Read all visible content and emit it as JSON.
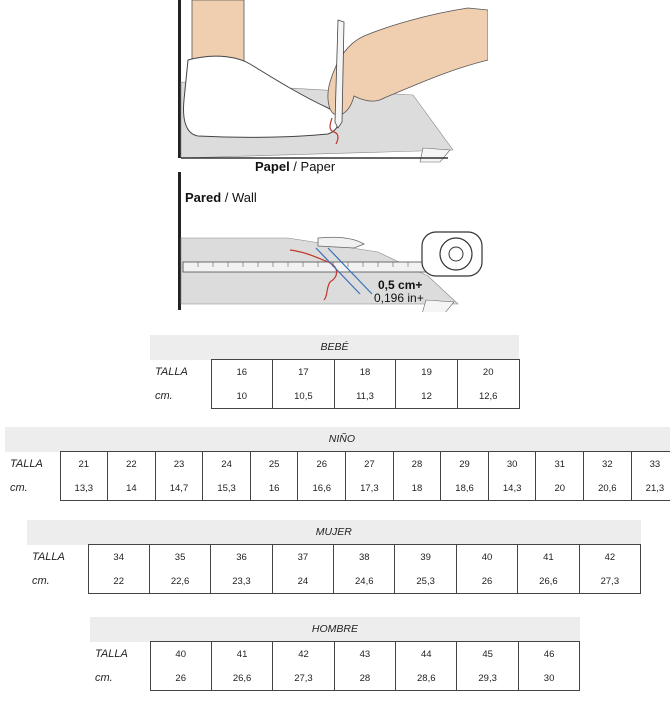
{
  "illustration": {
    "paper_caption_bold": "Papel",
    "paper_caption_rest": " / Paper",
    "wall_caption_bold": "Pared",
    "wall_caption_rest": " / Wall",
    "margin_cm": "0,5 cm+",
    "margin_in": "0,196 in+"
  },
  "tables": [
    {
      "title": "BEBÉ",
      "row_labels": [
        "TALLA",
        "cm."
      ],
      "sizes": [
        "16",
        "17",
        "18",
        "19",
        "20"
      ],
      "cm": [
        "10",
        "10,5",
        "11,3",
        "12",
        "12,6"
      ]
    },
    {
      "title": "NIÑO",
      "row_labels": [
        "TALLA",
        "cm."
      ],
      "sizes": [
        "21",
        "22",
        "23",
        "24",
        "25",
        "26",
        "27",
        "28",
        "29",
        "30",
        "31",
        "32",
        "33"
      ],
      "cm": [
        "13,3",
        "14",
        "14,7",
        "15,3",
        "16",
        "16,6",
        "17,3",
        "18",
        "18,6",
        "14,3",
        "20",
        "20,6",
        "21,3"
      ]
    },
    {
      "title": "MUJER",
      "row_labels": [
        "TALLA",
        "cm."
      ],
      "sizes": [
        "34",
        "35",
        "36",
        "37",
        "38",
        "39",
        "40",
        "41",
        "42"
      ],
      "cm": [
        "22",
        "22,6",
        "23,3",
        "24",
        "24,6",
        "25,3",
        "26",
        "26,6",
        "27,3"
      ]
    },
    {
      "title": "HOMBRE",
      "row_labels": [
        "TALLA",
        "cm."
      ],
      "sizes": [
        "40",
        "41",
        "42",
        "43",
        "44",
        "45",
        "46"
      ],
      "cm": [
        "26",
        "26,6",
        "27,3",
        "28",
        "28,6",
        "29,3",
        "30"
      ]
    }
  ]
}
